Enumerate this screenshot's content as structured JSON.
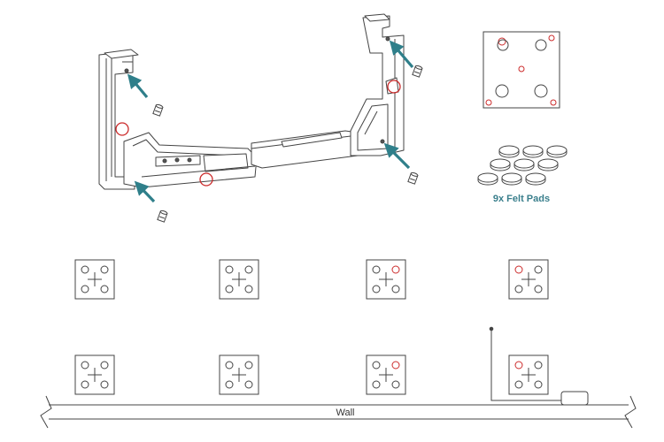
{
  "labels": {
    "felt_pads": "9x Felt Pads",
    "wall": "Wall"
  },
  "colors": {
    "line": "#444444",
    "accent_red": "#cc2b2b",
    "arrow_teal": "#2f7f8a",
    "label_teal": "#3a7f8c",
    "panel_fill": "#ffffff"
  },
  "legend_panel": {
    "red_marked_holes": [
      "top-left",
      "top-right",
      "center",
      "bottom-right"
    ]
  },
  "felt_pads": {
    "count": 9,
    "rows": [
      3,
      3,
      3
    ]
  },
  "mount_grid": {
    "rows": 2,
    "columns": 4,
    "highlighted_holes": [
      [
        [],
        [],
        [
          "top-right"
        ],
        [
          "top-left"
        ]
      ],
      [
        [],
        [],
        [
          "top-right"
        ],
        [
          "top-left"
        ]
      ]
    ]
  },
  "cable": {
    "present": true,
    "module": "power-box"
  },
  "screws": {
    "count": 4
  }
}
